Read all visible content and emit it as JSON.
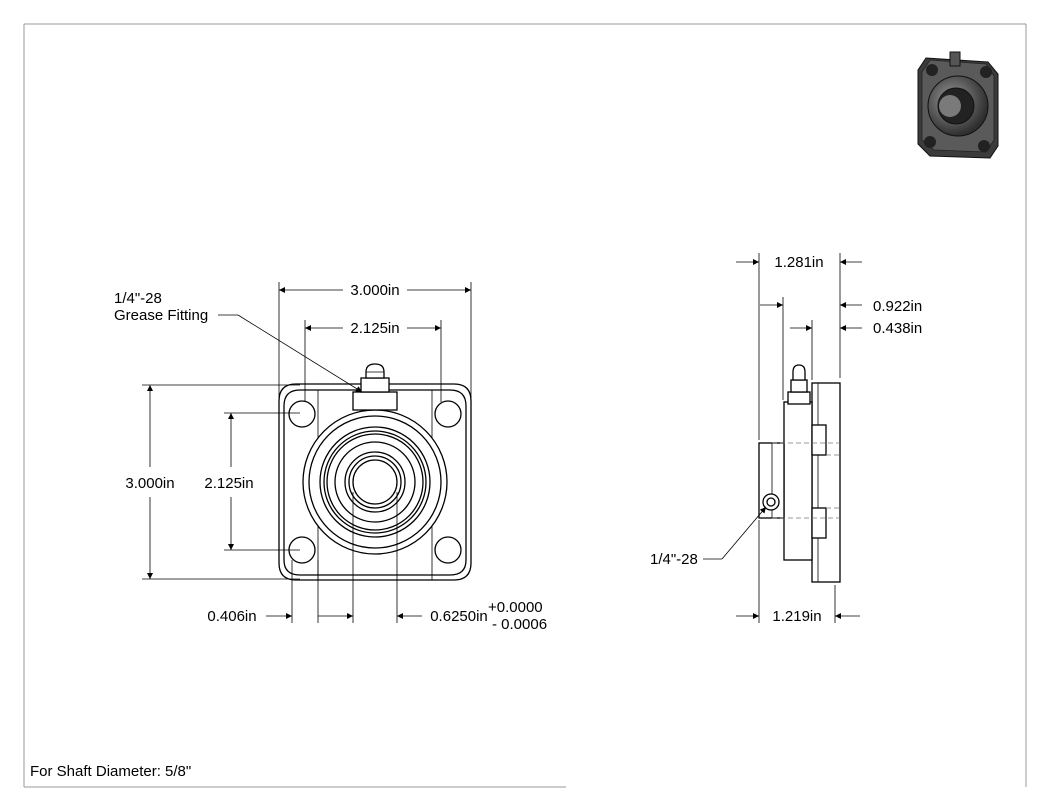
{
  "front_view": {
    "width_overall": "3.000in",
    "width_bolt": "2.125in",
    "height_overall": "3.000in",
    "height_bolt": "2.125in",
    "hole_dia": "0.406in",
    "bore_dia": "0.6250in",
    "tol_plus": "+0.0000",
    "tol_minus": "- 0.0006",
    "grease_line1": "1/4\"-28",
    "grease_line2": "Grease Fitting"
  },
  "side_view": {
    "depth_overall": "1.281in",
    "dim_922": "0.922in",
    "dim_438": "0.438in",
    "depth_base": "1.219in",
    "setscrew": "1/4\"-28"
  },
  "caption": "For Shaft Diameter: 5/8\""
}
